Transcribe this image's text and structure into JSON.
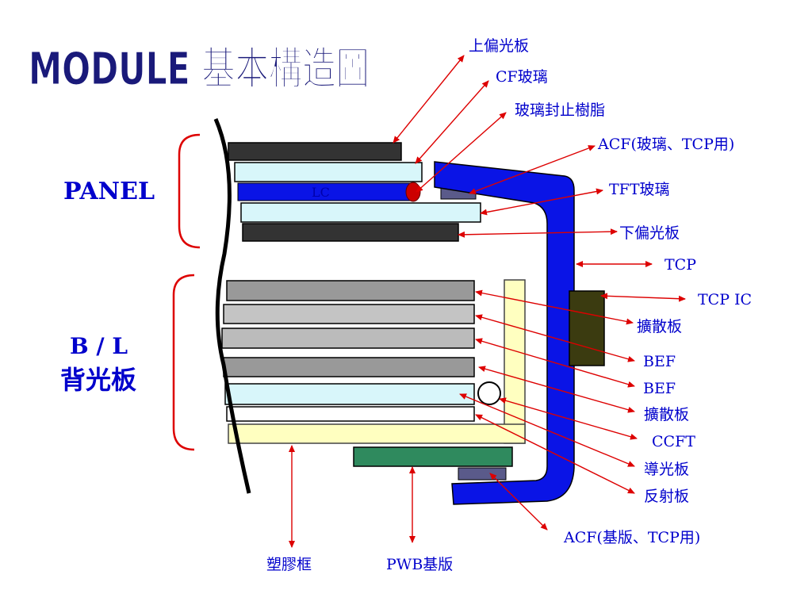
{
  "title": "MODULE  基本構造圖",
  "groups": {
    "panel": "PANEL",
    "bl_line1": "B / L",
    "bl_line2": "背光板"
  },
  "lc_label": "LC",
  "callouts": {
    "upper_polarizer": "上偏光板",
    "cf_glass": "CF玻璃",
    "glass_seal_resin": "玻璃封止樹脂",
    "acf_glass_tcp": "ACF(玻璃、TCP用)",
    "tft_glass": "TFT玻璃",
    "lower_polarizer": "下偏光板",
    "tcp": "TCP",
    "tcp_ic": "TCP  IC",
    "diffuser_1": "擴散板",
    "bef_1": "BEF",
    "bef_2": "BEF",
    "diffuser_2": "擴散板",
    "ccft": "CCFT",
    "light_guide": "導光板",
    "reflector": "反射板",
    "acf_pwb_tcp": "ACF(基版、TCP用)",
    "plastic_frame": "塑膠框",
    "pwb_board": "PWB基版"
  },
  "colors": {
    "label_text": "#0000cc",
    "arrow": "#dd0000",
    "bracket": "#dd0000",
    "tcp_blue": "#0a14e6",
    "cyan_glass": "#d8f6fa",
    "dark_polarizer": "#333333",
    "light_guide": "#ffffc0",
    "pwb": "#2f8a5e"
  }
}
